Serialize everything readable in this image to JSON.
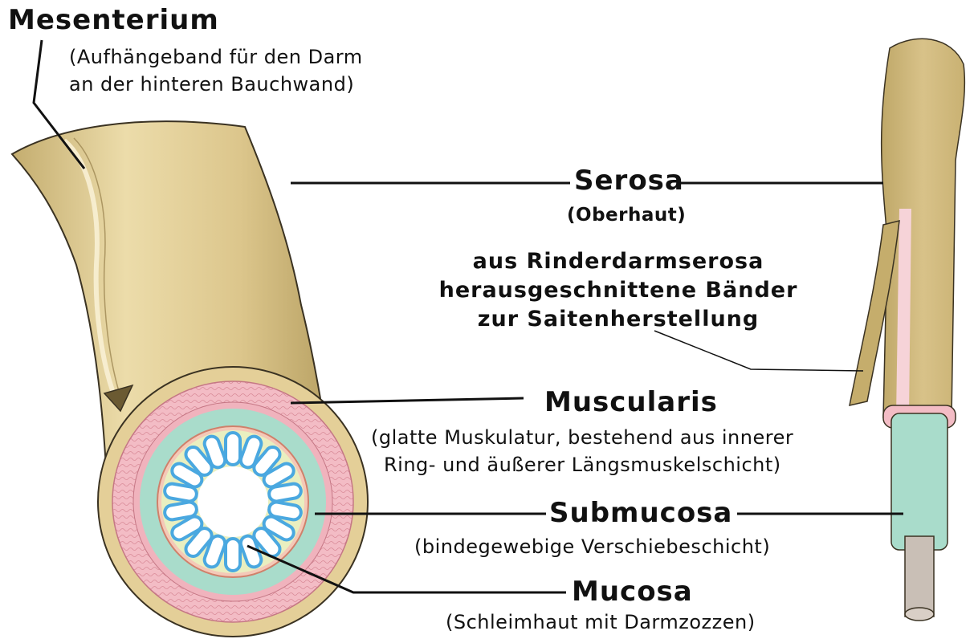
{
  "labels": {
    "mesenterium": {
      "title": "Mesenterium",
      "line1": "(Aufhängeband für den Darm",
      "line2": "an der hinteren Bauchwand)"
    },
    "serosa": {
      "title": "Serosa",
      "sub": "(Oberhaut)"
    },
    "strips": {
      "line1": "aus Rinderdarmserosa",
      "line2": "herausgeschnittene Bänder",
      "line3": "zur Saitenherstellung"
    },
    "muscularis": {
      "title": "Muscularis",
      "line1": "(glatte Muskulatur, bestehend aus innerer",
      "line2": "Ring- und äußerer Längsmuskelschicht)"
    },
    "submucosa": {
      "title": "Submucosa",
      "sub": "(bindegewebige Verschiebeschicht)"
    },
    "mucosa": {
      "title": "Mucosa",
      "sub": "(Schleimhaut mit Darmzozzen)"
    }
  },
  "colors": {
    "serosa": "#d9c58e",
    "serosa_shade": "#b9a263",
    "muscularis": "#f0b3bd",
    "submucosa": "#a9dccb",
    "mucosa": "#e9efc0",
    "villi": "#4aa8e0",
    "leader": "#111111"
  }
}
